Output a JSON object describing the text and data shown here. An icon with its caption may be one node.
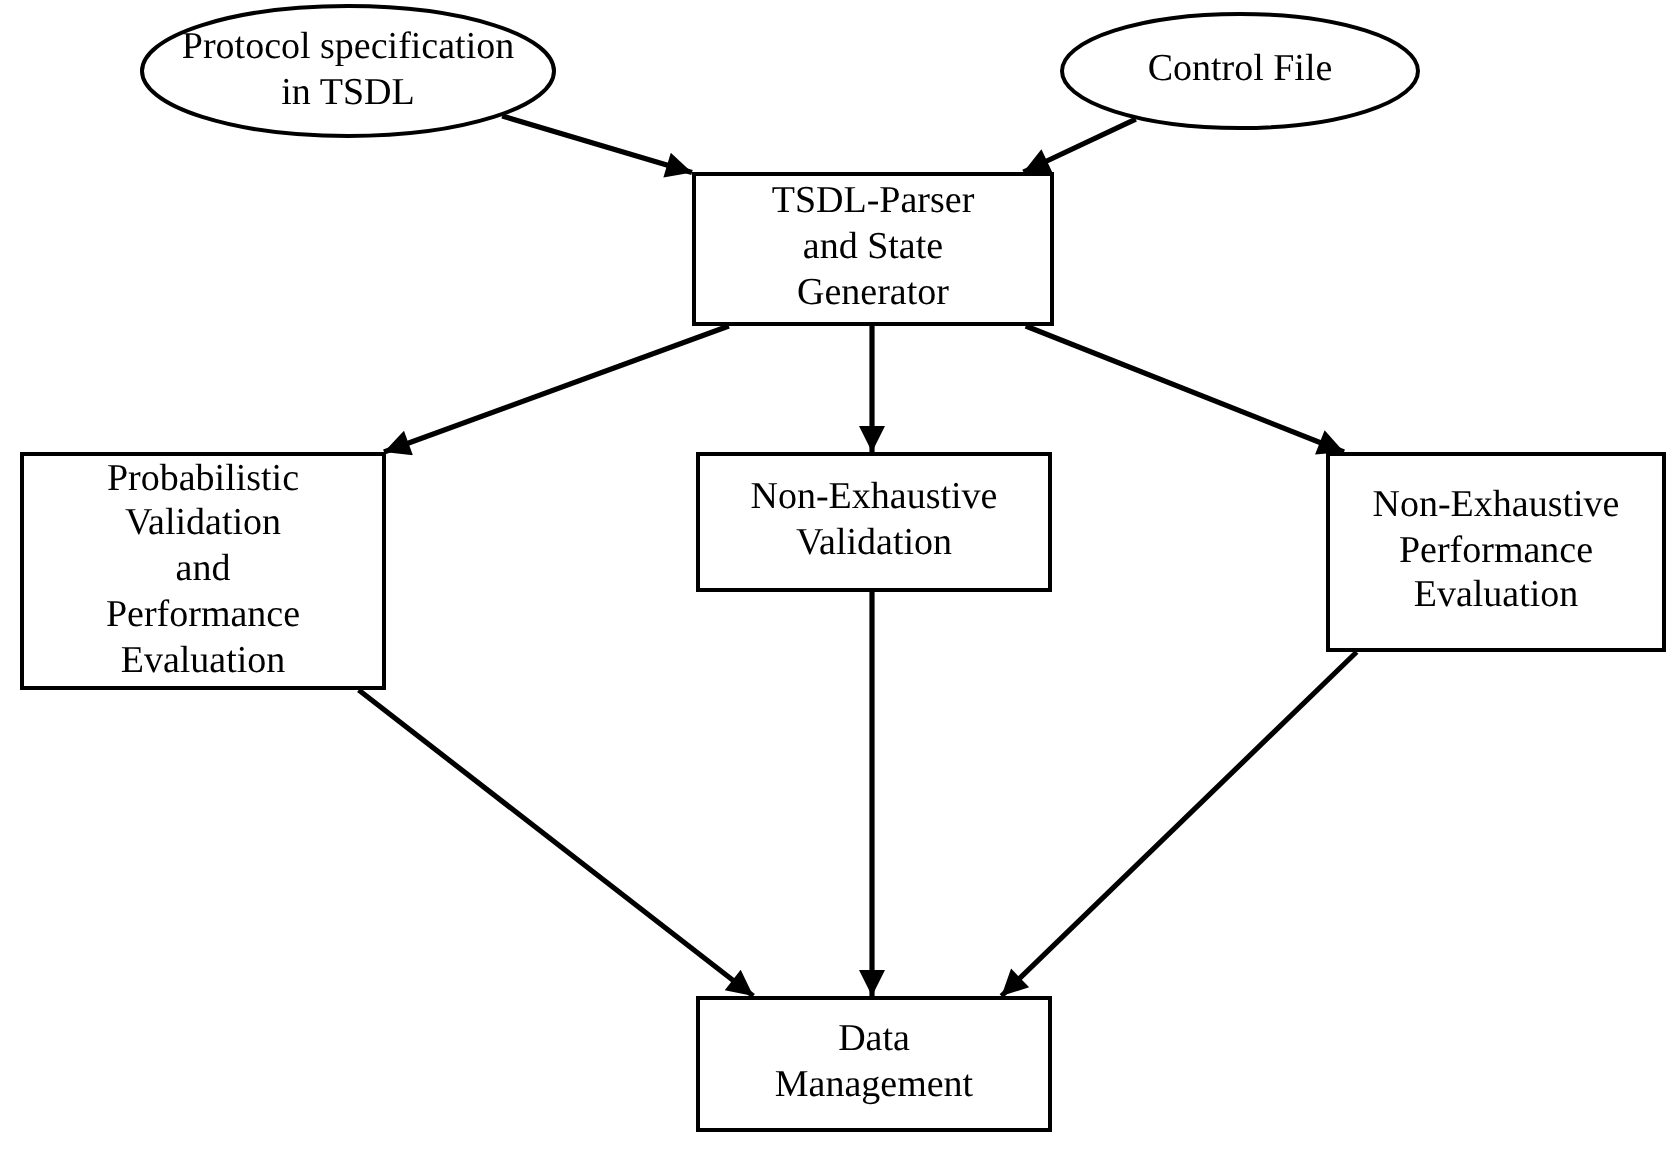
{
  "diagram": {
    "nodes": [
      {
        "text": [
          "Protocol specification in TSDL"
        ]
      },
      {
        "text": [
          "Control File"
        ]
      },
      {
        "text": [
          "TSDL-Parser and State Generator"
        ]
      },
      {
        "text": [
          "Probabilistic Validation and Performance Evaluation"
        ]
      },
      {
        "text": [
          "Non-Exhaustive Validation"
        ]
      },
      {
        "text": [
          "Non-Exhaustive Performance Evaluation"
        ]
      },
      {
        "text": [
          "Data Management"
        ]
      }
    ],
    "edges": [
      {
        "from": 0,
        "to": 2,
        "arrow": "to"
      },
      {
        "from": 1,
        "to": 2,
        "arrow": "to"
      },
      {
        "from": 2,
        "to": 3,
        "arrow": "to"
      },
      {
        "from": 2,
        "to": 4,
        "arrow": "to"
      },
      {
        "from": 2,
        "to": 5,
        "arrow": "to"
      },
      {
        "from": 3,
        "to": 6,
        "arrow": "to"
      },
      {
        "from": 4,
        "to": 6,
        "arrow": "to"
      },
      {
        "from": 5,
        "to": 6,
        "arrow": "to"
      }
    ]
  }
}
